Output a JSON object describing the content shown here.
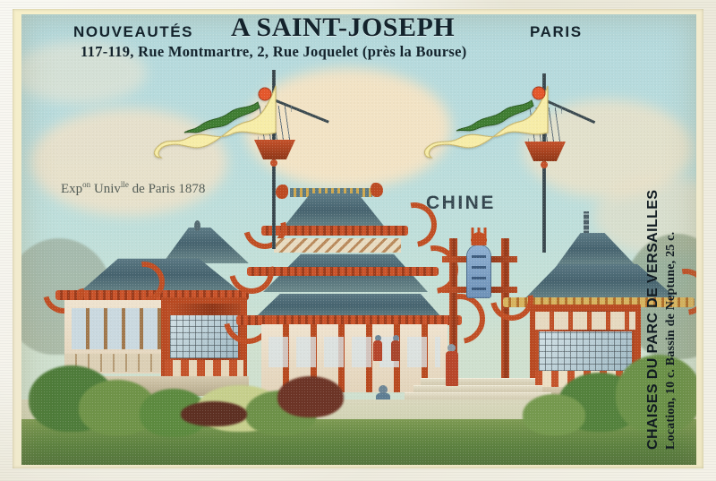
{
  "card": {
    "type": "chromolithograph trade card",
    "border_color": "#f0ecdd",
    "mat_color": "#f4edc8"
  },
  "header": {
    "left_label": "NOUVEAUTÉS",
    "shop_name": "A SAINT-JOSEPH",
    "right_label": "PARIS",
    "address": "117-119, Rue Montmartre, 2, Rue Joquelet (près la Bourse)"
  },
  "scene": {
    "caption_left_prefix": "Exp",
    "caption_left_sup1": "on",
    "caption_left_mid": " Univ",
    "caption_left_sup2": "lle",
    "caption_left_suffix": " de Paris 1878",
    "caption_left_full": "Expon Univlle de Paris 1878",
    "pavilion_label": "CHINE",
    "sky_color": "#bbdcdd",
    "cloud_color": "#f6e3c6",
    "roof_color": "#50707c",
    "eave_color": "#bf4e24",
    "wall_color": "#e9ddc6",
    "foliage_color": "#4f7c3a"
  },
  "side_ad": {
    "line1": "CHAISES DU PARC DE VERSAILLES",
    "line2": "Location, 10 c. Bassin de Neptune, 25 c."
  },
  "flags": {
    "count": 2,
    "name": "Qing dragon pennant",
    "field_color": "#f6eda6",
    "dragon_color": "#3f7d32",
    "pearl_color": "#e4572b"
  },
  "gate": {
    "tablet_color": "#7d9fc4",
    "tablet_glyphs": "漢字"
  },
  "figures": [
    {
      "name": "visitor-foreground",
      "robe": "#c0572c",
      "coat": "#5d7d93"
    },
    {
      "name": "visitor-entrance",
      "robe": "#b8462a",
      "coat": "#8a9aa6"
    },
    {
      "name": "visitor-left-a",
      "robe": "#b5452a",
      "coat": "#6d8697"
    },
    {
      "name": "visitor-left-b",
      "robe": "#a8452c",
      "coat": "#73889a"
    }
  ]
}
